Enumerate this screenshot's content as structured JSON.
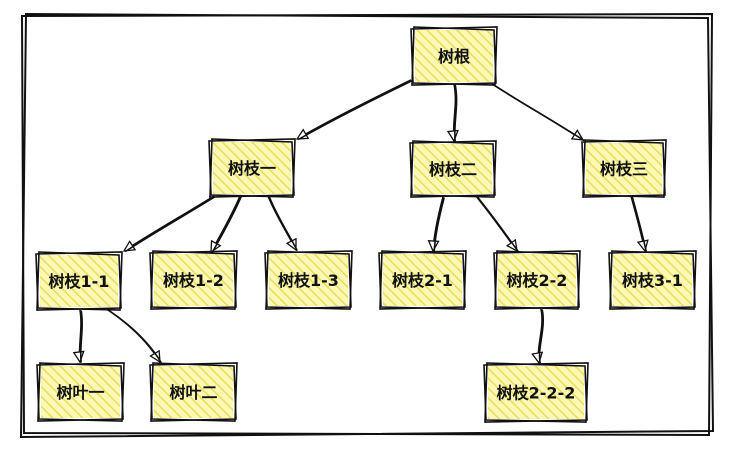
{
  "diagram": {
    "colors": {
      "box_fill": "#fbf7b4",
      "hatch": "#e9dd5a",
      "stroke": "#111111"
    },
    "nodes": [
      {
        "id": "root",
        "label": "树根"
      },
      {
        "id": "b1",
        "label": "树枝一"
      },
      {
        "id": "b2",
        "label": "树枝二"
      },
      {
        "id": "b3",
        "label": "树枝三"
      },
      {
        "id": "b1_1",
        "label": "树枝1-1"
      },
      {
        "id": "b1_2",
        "label": "树枝1-2"
      },
      {
        "id": "b1_3",
        "label": "树枝1-3"
      },
      {
        "id": "b2_1",
        "label": "树枝2-1"
      },
      {
        "id": "b2_2",
        "label": "树枝2-2"
      },
      {
        "id": "b3_1",
        "label": "树枝3-1"
      },
      {
        "id": "leaf1",
        "label": "树叶一"
      },
      {
        "id": "leaf2",
        "label": "树叶二"
      },
      {
        "id": "b2_2_2",
        "label": "树枝2-2-2"
      }
    ],
    "edges": [
      {
        "from": "root",
        "to": "b1"
      },
      {
        "from": "root",
        "to": "b2"
      },
      {
        "from": "root",
        "to": "b3"
      },
      {
        "from": "b1",
        "to": "b1_1"
      },
      {
        "from": "b1",
        "to": "b1_2"
      },
      {
        "from": "b1",
        "to": "b1_3"
      },
      {
        "from": "b2",
        "to": "b2_1"
      },
      {
        "from": "b2",
        "to": "b2_2"
      },
      {
        "from": "b3",
        "to": "b3_1"
      },
      {
        "from": "b1_1",
        "to": "leaf1"
      },
      {
        "from": "b1_1",
        "to": "leaf2"
      },
      {
        "from": "b2_2",
        "to": "b2_2_2"
      }
    ]
  }
}
